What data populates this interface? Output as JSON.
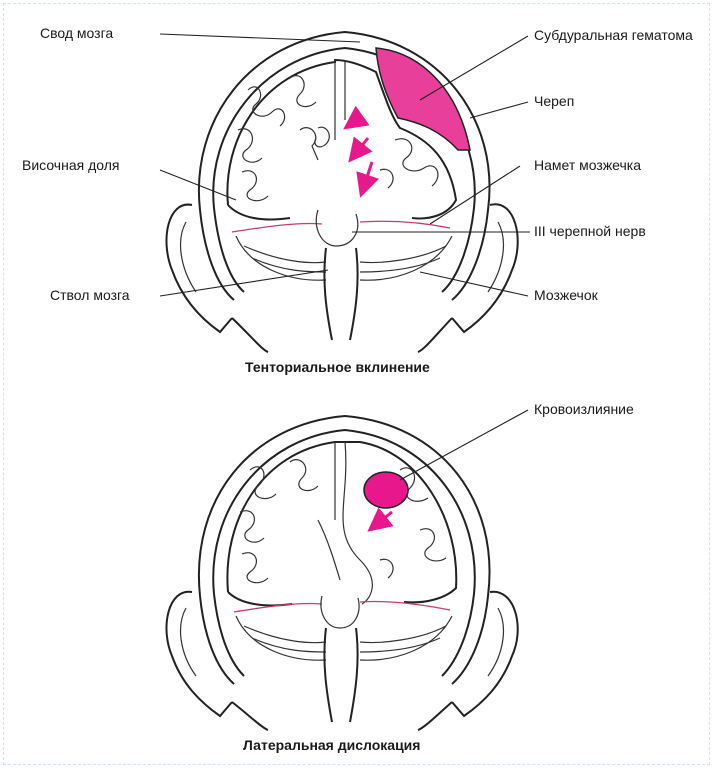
{
  "colors": {
    "accent": "#e8188c",
    "hematoma": "#e8409a",
    "line": "#222222"
  },
  "top_figure": {
    "labels": {
      "brain_vault": "Свод мозга",
      "subdural_hematoma": "Субдуральная гематома",
      "skull": "Череп",
      "temporal_lobe": "Височная доля",
      "tentorium": "Намет мозжечка",
      "cranial_nerve": "III  черепной нерв",
      "brainstem": "Ствол мозга",
      "cerebellum": "Мозжечок"
    },
    "caption": "Тенториальное вклинение"
  },
  "bottom_figure": {
    "labels": {
      "hemorrhage": "Кровоизлияние"
    },
    "caption": "Латеральная дислокация"
  }
}
